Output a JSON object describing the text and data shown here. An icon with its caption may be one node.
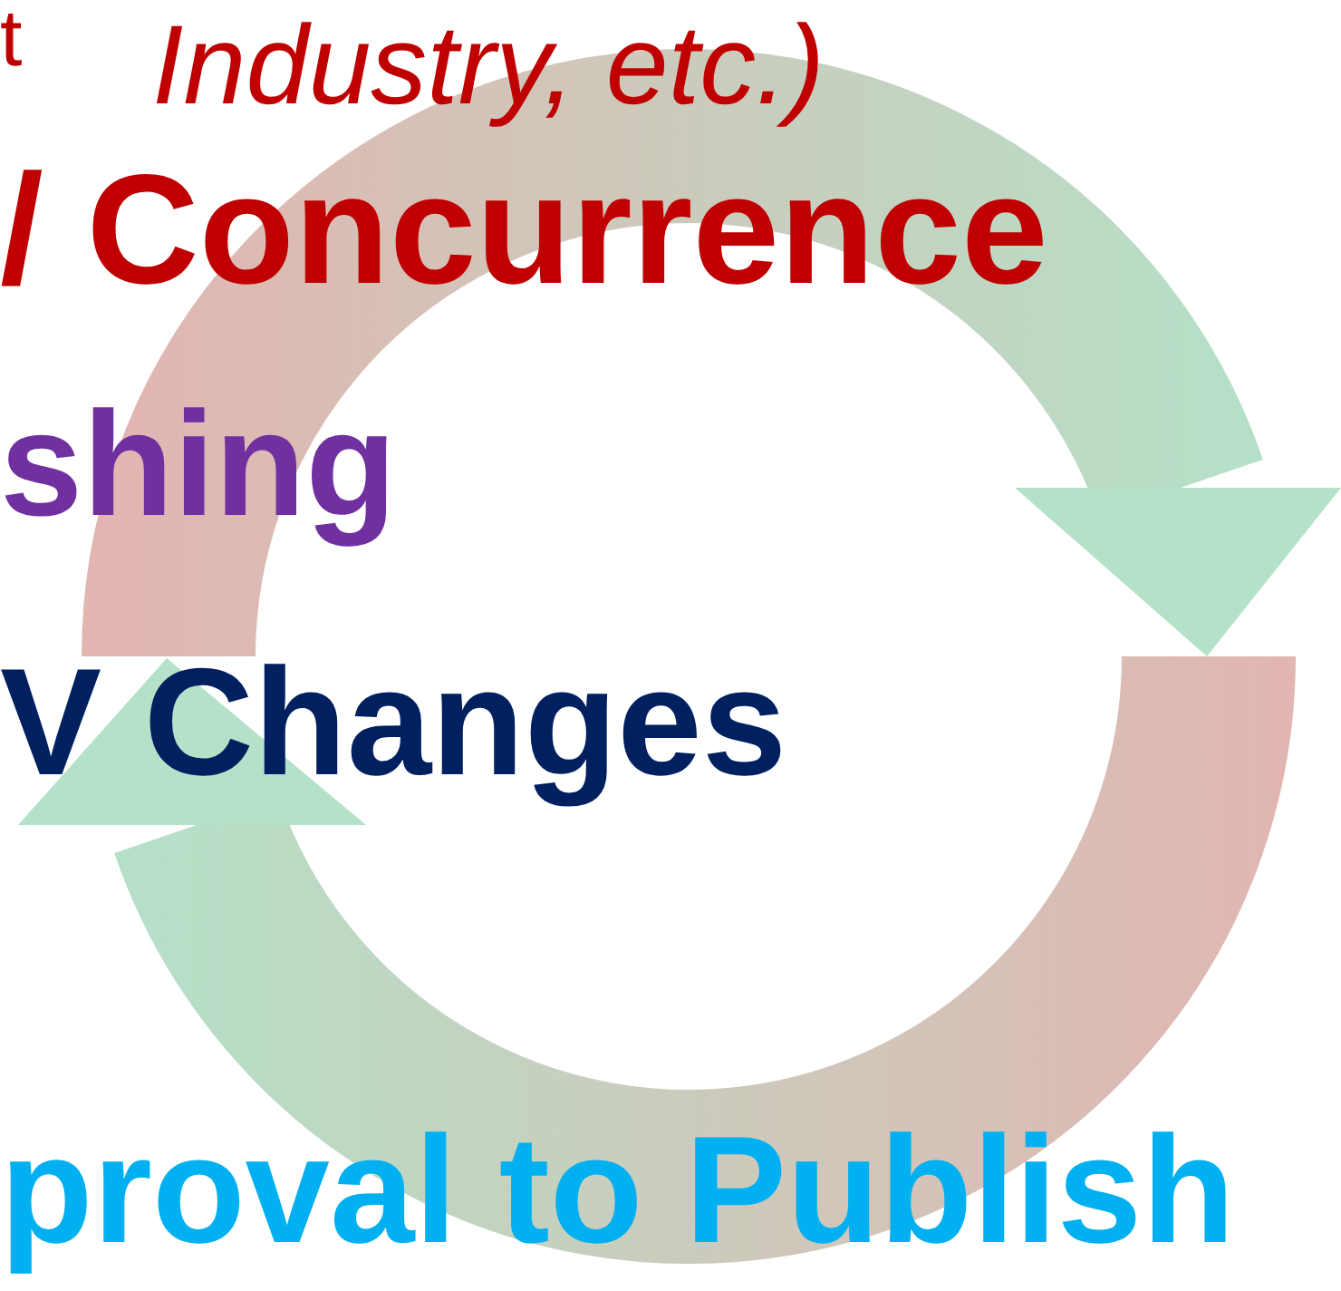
{
  "diagram": {
    "labels": [
      "t",
      "Industry, etc.)",
      "/ Concurrence",
      "shing",
      "V Changes",
      "proval to Publish"
    ]
  }
}
